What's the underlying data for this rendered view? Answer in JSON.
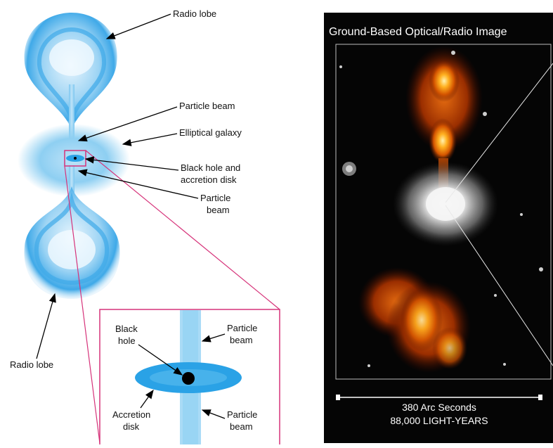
{
  "diagram": {
    "labels": {
      "radio_lobe_top": "Radio lobe",
      "particle_beam_top": "Particle beam",
      "elliptical_galaxy": "Elliptical galaxy",
      "black_hole_line1": "Black hole and",
      "black_hole_line2": "accretion disk",
      "particle_beam_mid_line1": "Particle",
      "particle_beam_mid_line2": "beam",
      "radio_lobe_bottom": "Radio lobe"
    },
    "inset": {
      "black_hole_line1": "Black",
      "black_hole_line2": "hole",
      "particle_beam_top_line1": "Particle",
      "particle_beam_top_line2": "beam",
      "accretion_line1": "Accretion",
      "accretion_line2": "disk",
      "particle_beam_bottom_line1": "Particle",
      "particle_beam_bottom_line2": "beam"
    },
    "colors": {
      "lobe_blue": "#3fa9e8",
      "inset_frame": "#d6337a",
      "disk_blue": "#2aa2e6"
    }
  },
  "image_panel": {
    "title": "Ground-Based Optical/Radio Image",
    "scale_line1": "380 Arc Seconds",
    "scale_line2": "88,000 LIGHT-YEARS"
  }
}
